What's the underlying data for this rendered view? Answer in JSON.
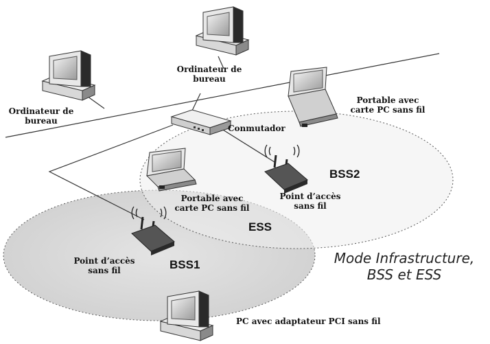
{
  "labels": {
    "desktop_left": "Ordinateur de\nbureau",
    "desktop_top": "Ordinateur de\nbureau",
    "laptop_top": "Portable avec\ncarte PC sans fil",
    "switch": "Conmutador",
    "laptop_mid": "Portable avec\ncarte PC sans fil",
    "ap2": "Point d’accès\nsans fil",
    "ap1": "Point d’accès\nsans fil",
    "pc_pci": "PC avec adaptateur PCI sans fil",
    "bss1": "BSS1",
    "bss2": "BSS2",
    "ess": "ESS",
    "mode_title": "Mode Infrastructure,\nBSS et ESS"
  }
}
